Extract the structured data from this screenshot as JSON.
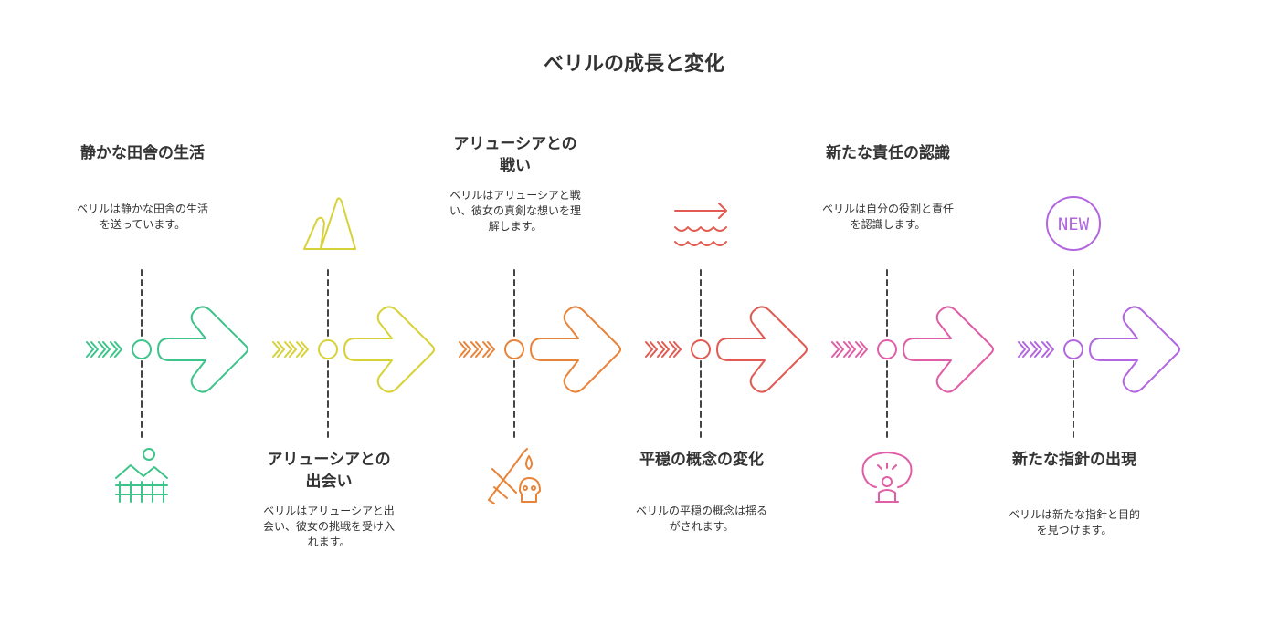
{
  "title": "ベリルの成長と変化",
  "stages": [
    {
      "title": "静かな田舎の生活",
      "description": "ベリルは静かな田舎の生活を送っています。",
      "icon": "countryside-icon",
      "color": "#3dc48a",
      "text_position": "top"
    },
    {
      "title": "アリューシアとの出会い",
      "description": "ベリルはアリューシアと出会い、彼女の挑戦を受け入れます。",
      "icon": "peaks-icon",
      "color": "#d7d238",
      "text_position": "bottom"
    },
    {
      "title": "アリューシアとの戦い",
      "description": "ベリルはアリューシアと戦い、彼女の真剣な想いを理解します。",
      "icon": "sword-skull-icon",
      "color": "#e8833a",
      "text_position": "top"
    },
    {
      "title": "平穏の概念の変化",
      "description": "ベリルの平穏の概念は揺るがされます。",
      "icon": "waves-arrow-icon",
      "color": "#e15b52",
      "text_position": "bottom"
    },
    {
      "title": "新たな責任の認識",
      "description": "ベリルは自分の役割と責任を認識します。",
      "icon": "stressed-person-icon",
      "color": "#e05ea6",
      "text_position": "top"
    },
    {
      "title": "新たな指針の出現",
      "description": "ベリルは新たな指針と目的を見つけます。",
      "icon": "new-badge-icon",
      "color": "#b266e0",
      "text_position": "bottom"
    }
  ],
  "new_badge_text": "NEW"
}
